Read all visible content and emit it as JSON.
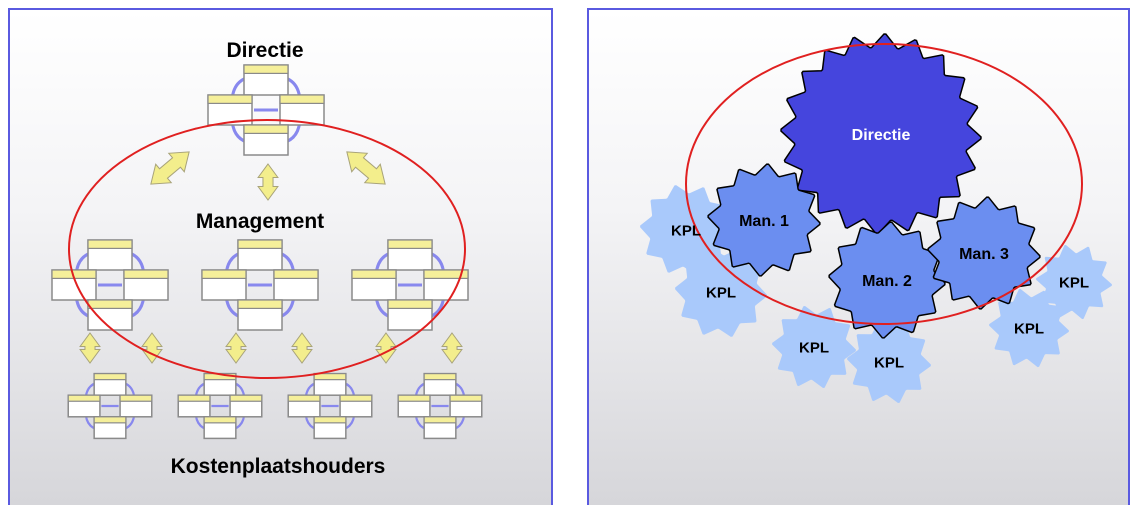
{
  "left": {
    "top_label": "Directie",
    "middle_label": "Management",
    "bottom_label": "Kostenplaatshouders"
  },
  "right": {
    "big_gear_label": "Directie",
    "man_gears": [
      "Man. 1",
      "Man. 2",
      "Man. 3"
    ],
    "kpl_label": "KPL"
  },
  "colors": {
    "panel_border": "#5a5ae0",
    "ellipse": "#e02020",
    "block_header": "#f5ef9a",
    "block_body": "#ffffff",
    "block_border": "#8a8a8a",
    "flow_arrow": "#8888ee",
    "yellow_arrow": "#f3ee8c",
    "gear_dark": "#4545dd",
    "gear_mid": "#6b8ef0",
    "gear_light": "#a9c9fb"
  }
}
